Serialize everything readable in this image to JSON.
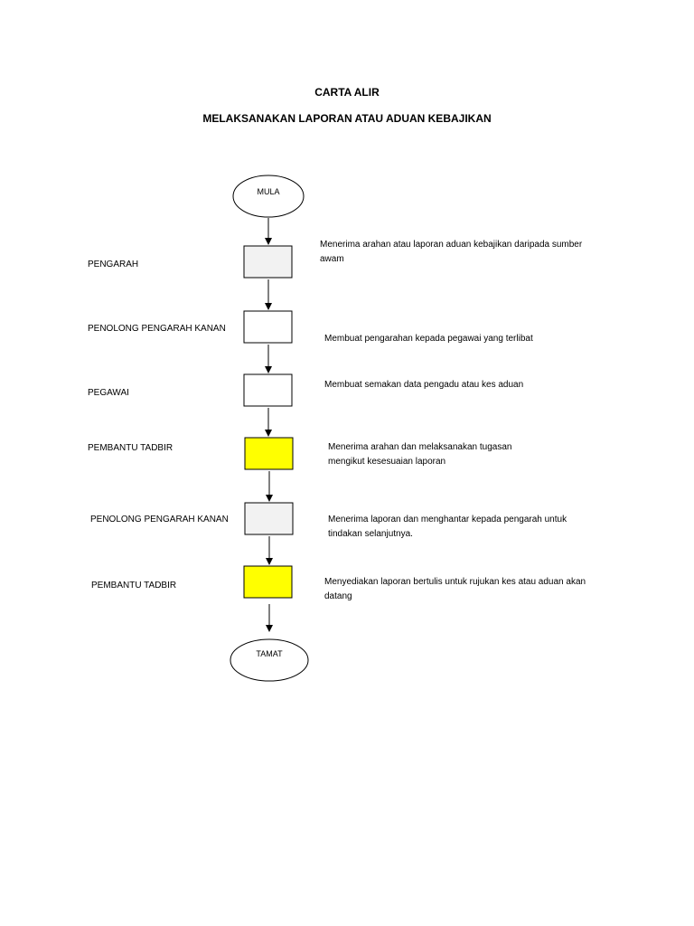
{
  "header": {
    "title": "CARTA ALIR",
    "subtitle": "MELAKSANAKAN LAPORAN ATAU ADUAN KEBAJIKAN"
  },
  "flow": {
    "start": "MULA",
    "end": "TAMAT",
    "steps": [
      {
        "role": "PENGARAH",
        "description": "Menerima arahan atau laporan aduan kebajikan daripada sumber awam",
        "fill": "#f2f2f2"
      },
      {
        "role": "PENOLONG PENGARAH KANAN",
        "description": "Membuat pengarahan kepada pegawai yang terlibat",
        "fill": "#ffffff"
      },
      {
        "role": "PEGAWAI",
        "description": "Membuat semakan data pengadu atau kes aduan",
        "fill": "#ffffff"
      },
      {
        "role": "PEMBANTU TADBIR",
        "description": "Menerima arahan dan melaksanakan tugasan mengikut kesesuaian laporan",
        "fill": "#ffff00"
      },
      {
        "role": "PENOLONG PENGARAH KANAN",
        "description": "Menerima laporan dan menghantar kepada pengarah untuk tindakan selanjutnya.",
        "fill": "#f2f2f2"
      },
      {
        "role": "PEMBANTU TADBIR",
        "description": "Menyediakan laporan bertulis untuk rujukan kes atau aduan akan datang",
        "fill": "#ffff00"
      }
    ]
  }
}
